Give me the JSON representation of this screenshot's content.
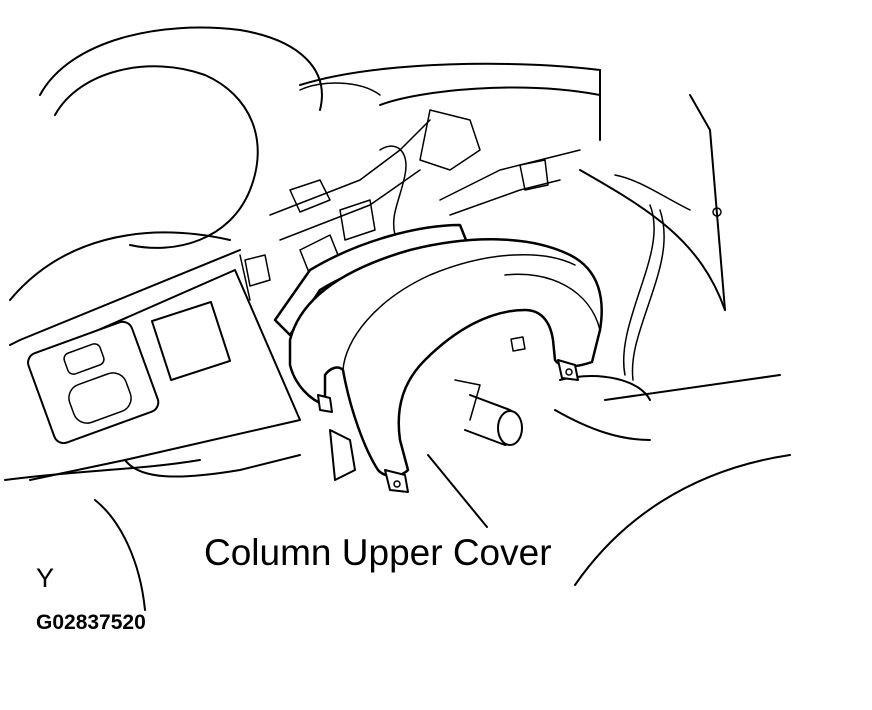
{
  "callout": {
    "label": "Column Upper Cover"
  },
  "view_letter": "Y",
  "figure_code": "G02837520",
  "colors": {
    "line": "#000000",
    "background": "#ffffff"
  }
}
